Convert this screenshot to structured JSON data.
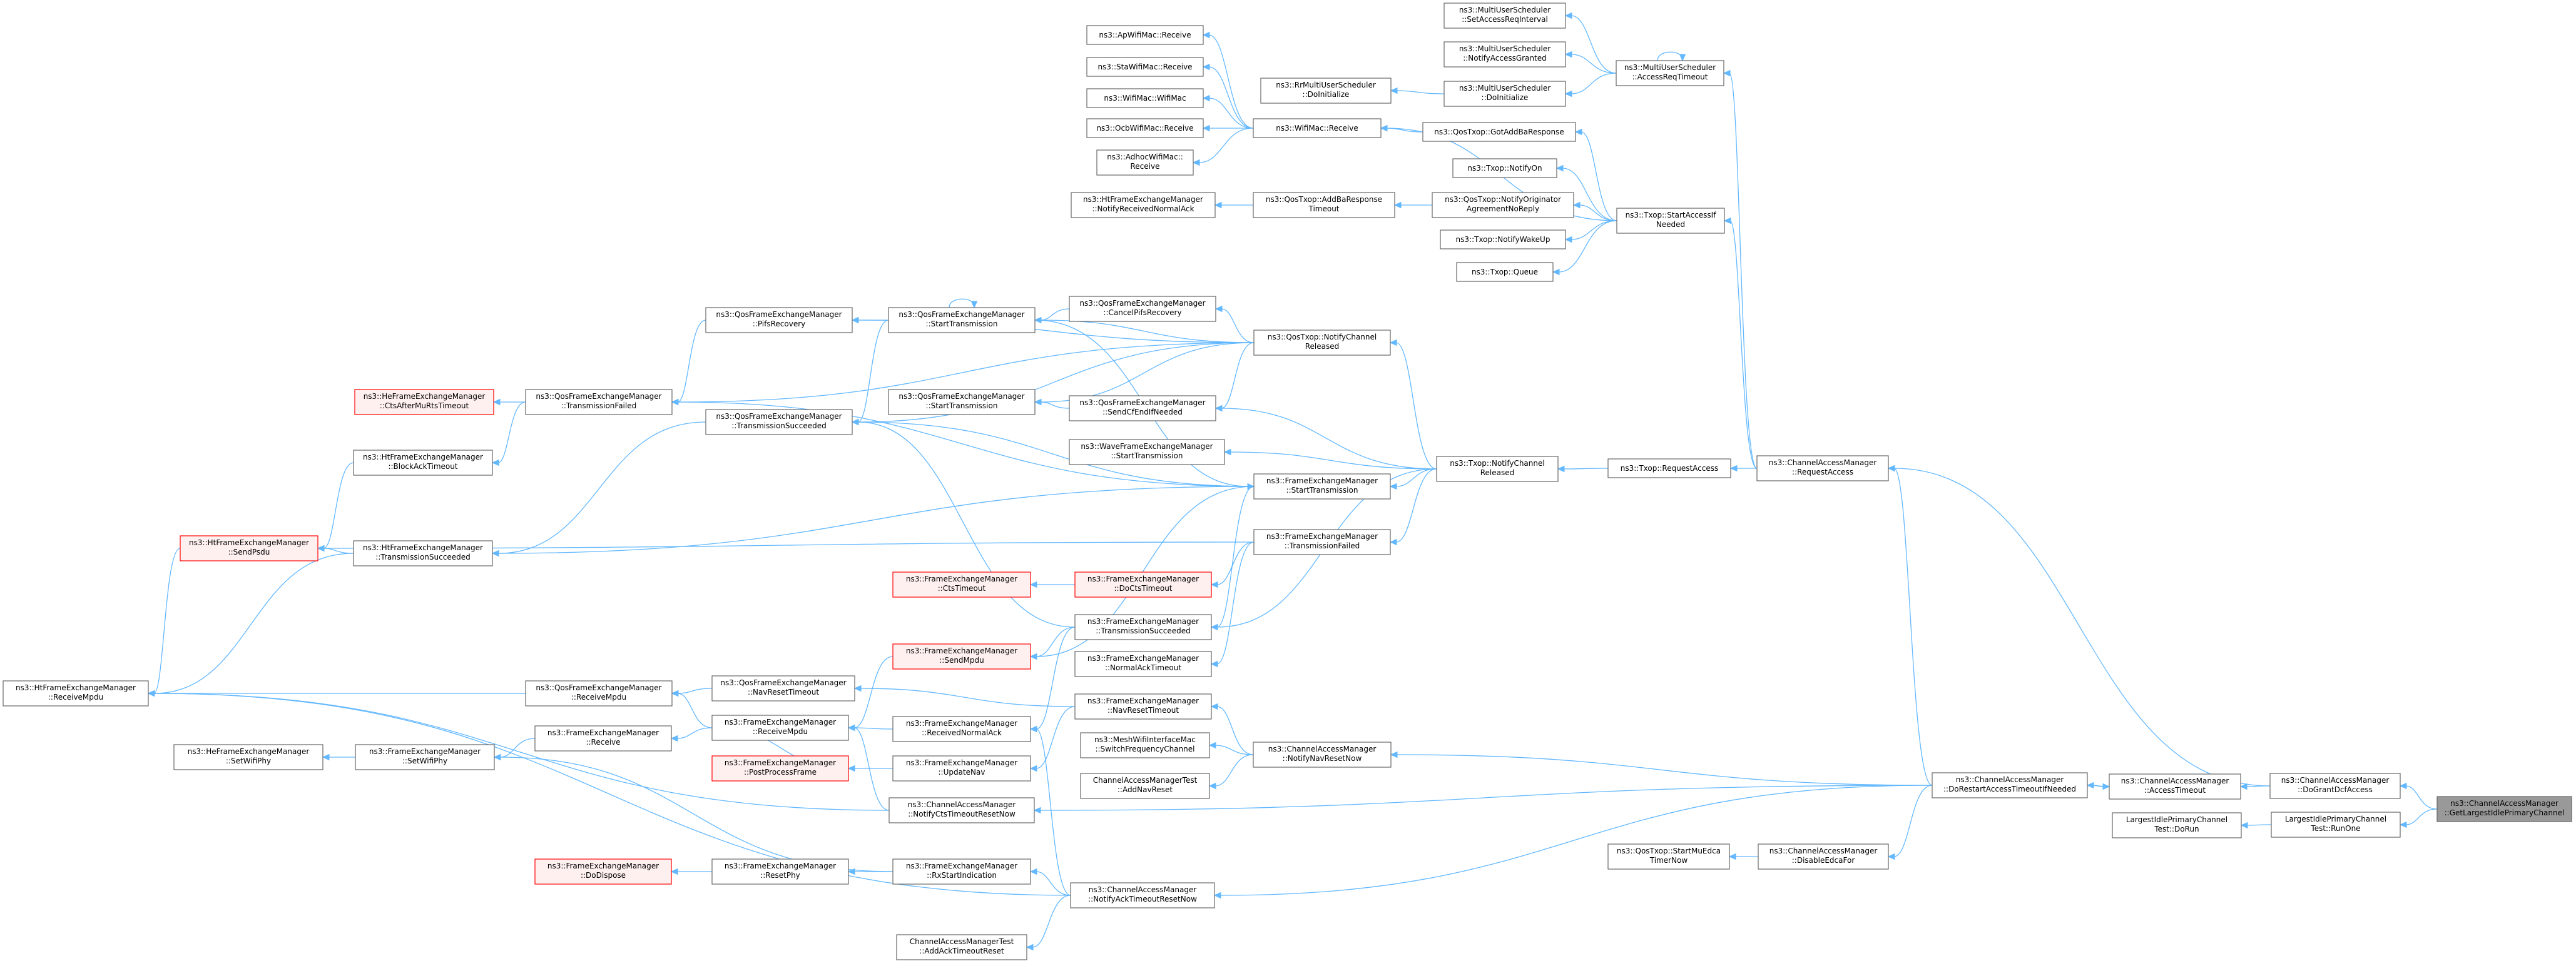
{
  "diagram": {
    "colors": {
      "edge": "#63b8ff",
      "node_border": "#666666",
      "red_border": "#ff0000",
      "red_fill": "#fff0f0",
      "focus_fill": "#999999"
    },
    "nodes": [
      {
        "id": "getlargest",
        "lines": [
          "ns3::ChannelAccessManager",
          "::GetLargestIdlePrimaryChannel"
        ],
        "style": "focus"
      },
      {
        "id": "dogrant",
        "lines": [
          "ns3::ChannelAccessManager",
          "::DoGrantDcfAccess"
        ]
      },
      {
        "id": "runone",
        "lines": [
          "LargestIdlePrimaryChannel",
          "Test::RunOne"
        ]
      },
      {
        "id": "dorun",
        "lines": [
          "LargestIdlePrimaryChannel",
          "Test::DoRun"
        ]
      },
      {
        "id": "accesstimeout",
        "lines": [
          "ns3::ChannelAccessManager",
          "::AccessTimeout"
        ]
      },
      {
        "id": "dorestart",
        "lines": [
          "ns3::ChannelAccessManager",
          "::DoRestartAccessTimeoutIfNeeded"
        ]
      },
      {
        "id": "requestaccess",
        "lines": [
          "ns3::ChannelAccessManager",
          "::RequestAccess"
        ]
      },
      {
        "id": "disableedca",
        "lines": [
          "ns3::ChannelAccessManager",
          "::DisableEdcaFor"
        ]
      },
      {
        "id": "startmuedca",
        "lines": [
          "ns3::QosTxop::StartMuEdca",
          "TimerNow"
        ]
      },
      {
        "id": "muaccessreq",
        "lines": [
          "ns3::MultiUserScheduler",
          "::AccessReqTimeout"
        ]
      },
      {
        "id": "setaccessreq",
        "lines": [
          "ns3::MultiUserScheduler",
          "::SetAccessReqInterval"
        ]
      },
      {
        "id": "notifyaccessgranted",
        "lines": [
          "ns3::MultiUserScheduler",
          "::NotifyAccessGranted"
        ]
      },
      {
        "id": "muinit",
        "lines": [
          "ns3::MultiUserScheduler",
          "::DoInitialize"
        ]
      },
      {
        "id": "rrinit",
        "lines": [
          "ns3::RrMultiUserScheduler",
          "::DoInitialize"
        ]
      },
      {
        "id": "txopstart",
        "lines": [
          "ns3::Txop::StartAccessIf",
          "Needed"
        ]
      },
      {
        "id": "txopreq",
        "lines": [
          "ns3::Txop::RequestAccess"
        ]
      },
      {
        "id": "txopnotifych",
        "lines": [
          "ns3::Txop::NotifyChannel",
          "Released"
        ]
      },
      {
        "id": "qosgotaddba",
        "lines": [
          "ns3::QosTxop::GotAddBaResponse"
        ]
      },
      {
        "id": "notifyon",
        "lines": [
          "ns3::Txop::NotifyOn"
        ]
      },
      {
        "id": "qosnotifyorig",
        "lines": [
          "ns3::QosTxop::NotifyOriginator",
          "AgreementNoReply"
        ]
      },
      {
        "id": "notifywakeup",
        "lines": [
          "ns3::Txop::NotifyWakeUp"
        ]
      },
      {
        "id": "txopqueue",
        "lines": [
          "ns3::Txop::Queue"
        ]
      },
      {
        "id": "wifimacrecv",
        "lines": [
          "ns3::WifiMac::Receive"
        ]
      },
      {
        "id": "apwifirecv",
        "lines": [
          "ns3::ApWifiMac::Receive"
        ]
      },
      {
        "id": "stawifirecv",
        "lines": [
          "ns3::StaWifiMac::Receive"
        ]
      },
      {
        "id": "wifimacctor",
        "lines": [
          "ns3::WifiMac::WifiMac"
        ]
      },
      {
        "id": "ocbrecv",
        "lines": [
          "ns3::OcbWifiMac::Receive"
        ]
      },
      {
        "id": "adhocrecv",
        "lines": [
          "ns3::AdhocWifiMac::",
          "Receive"
        ]
      },
      {
        "id": "qosaddbato",
        "lines": [
          "ns3::QosTxop::AddBaResponse",
          "Timeout"
        ]
      },
      {
        "id": "htnotifyrecvnormal",
        "lines": [
          "ns3::HtFrameExchangeManager",
          "::NotifyReceivedNormalAck"
        ]
      },
      {
        "id": "qostxopnotifych",
        "lines": [
          "ns3::QosTxop::NotifyChannel",
          "Released"
        ]
      },
      {
        "id": "qoscancelpifs",
        "lines": [
          "ns3::QosFrameExchangeManager",
          "::CancelPifsRecovery"
        ]
      },
      {
        "id": "qosstarttx",
        "lines": [
          "ns3::QosFrameExchangeManager",
          "::StartTransmission"
        ]
      },
      {
        "id": "qosstarttx2",
        "lines": [
          "ns3::QosFrameExchangeManager",
          "::StartTransmission"
        ]
      },
      {
        "id": "qossendcfend",
        "lines": [
          "ns3::QosFrameExchangeManager",
          "::SendCfEndIfNeeded"
        ]
      },
      {
        "id": "qospifs",
        "lines": [
          "ns3::QosFrameExchangeManager",
          "::PifsRecovery"
        ]
      },
      {
        "id": "qostxsucc",
        "lines": [
          "ns3::QosFrameExchangeManager",
          "::TransmissionSucceeded"
        ]
      },
      {
        "id": "qostxfail",
        "lines": [
          "ns3::QosFrameExchangeManager",
          "::TransmissionFailed"
        ]
      },
      {
        "id": "hectsafter",
        "lines": [
          "ns3::HeFrameExchangeManager",
          "::CtsAfterMuRtsTimeout"
        ],
        "style": "red"
      },
      {
        "id": "wavestarttx",
        "lines": [
          "ns3::WaveFrameExchangeManager",
          "::StartTransmission"
        ]
      },
      {
        "id": "festarttx",
        "lines": [
          "ns3::FrameExchangeManager",
          "::StartTransmission"
        ]
      },
      {
        "id": "fetxfail",
        "lines": [
          "ns3::FrameExchangeManager",
          "::TransmissionFailed"
        ]
      },
      {
        "id": "htblockack",
        "lines": [
          "ns3::HtFrameExchangeManager",
          "::BlockAckTimeout"
        ]
      },
      {
        "id": "htsendpsdu",
        "lines": [
          "ns3::HtFrameExchangeManager",
          "::SendPsdu"
        ],
        "style": "red"
      },
      {
        "id": "httxsucc",
        "lines": [
          "ns3::HtFrameExchangeManager",
          "::TransmissionSucceeded"
        ]
      },
      {
        "id": "fectstimeout",
        "lines": [
          "ns3::FrameExchangeManager",
          "::CtsTimeout"
        ],
        "style": "red"
      },
      {
        "id": "fedocts",
        "lines": [
          "ns3::FrameExchangeManager",
          "::DoCtsTimeout"
        ],
        "style": "red"
      },
      {
        "id": "fetxsucc",
        "lines": [
          "ns3::FrameExchangeManager",
          "::TransmissionSucceeded"
        ]
      },
      {
        "id": "fesendmpdu",
        "lines": [
          "ns3::FrameExchangeManager",
          "::SendMpdu"
        ],
        "style": "red"
      },
      {
        "id": "fenormalack",
        "lines": [
          "ns3::FrameExchangeManager",
          "::NormalAckTimeout"
        ]
      },
      {
        "id": "htreceivempdu",
        "lines": [
          "ns3::HtFrameExchangeManager",
          "::ReceiveMpdu"
        ]
      },
      {
        "id": "qosreceivempdu",
        "lines": [
          "ns3::QosFrameExchangeManager",
          "::ReceiveMpdu"
        ]
      },
      {
        "id": "qosnavreset",
        "lines": [
          "ns3::QosFrameExchangeManager",
          "::NavResetTimeout"
        ]
      },
      {
        "id": "fenavreset",
        "lines": [
          "ns3::FrameExchangeManager",
          "::NavResetTimeout"
        ]
      },
      {
        "id": "fereceivempdu",
        "lines": [
          "ns3::FrameExchangeManager",
          "::ReceiveMpdu"
        ]
      },
      {
        "id": "ferecvnormal",
        "lines": [
          "ns3::FrameExchangeManager",
          "::ReceivedNormalAck"
        ]
      },
      {
        "id": "fereceive",
        "lines": [
          "ns3::FrameExchangeManager",
          "::Receive"
        ]
      },
      {
        "id": "hesetwifiphy",
        "lines": [
          "ns3::HeFrameExchangeManager",
          "::SetWifiPhy"
        ]
      },
      {
        "id": "fesetwifiphy",
        "lines": [
          "ns3::FrameExchangeManager",
          "::SetWifiPhy"
        ]
      },
      {
        "id": "fepostprocess",
        "lines": [
          "ns3::FrameExchangeManager",
          "::PostProcessFrame"
        ],
        "style": "red"
      },
      {
        "id": "feupdatenav",
        "lines": [
          "ns3::FrameExchangeManager",
          "::UpdateNav"
        ]
      },
      {
        "id": "meshswitch",
        "lines": [
          "ns3::MeshWifiInterfaceMac",
          "::SwitchFrequencyChannel"
        ]
      },
      {
        "id": "camnotifynav",
        "lines": [
          "ns3::ChannelAccessManager",
          "::NotifyNavResetNow"
        ]
      },
      {
        "id": "camtestaddnav",
        "lines": [
          "ChannelAccessManagerTest",
          "::AddNavReset"
        ]
      },
      {
        "id": "camnotifycts",
        "lines": [
          "ns3::ChannelAccessManager",
          "::NotifyCtsTimeoutResetNow"
        ]
      },
      {
        "id": "fedodispose",
        "lines": [
          "ns3::FrameExchangeManager",
          "::DoDispose"
        ],
        "style": "red"
      },
      {
        "id": "feresetphy",
        "lines": [
          "ns3::FrameExchangeManager",
          "::ResetPhy"
        ]
      },
      {
        "id": "ferxstart",
        "lines": [
          "ns3::FrameExchangeManager",
          "::RxStartIndication"
        ]
      },
      {
        "id": "camnotifyack",
        "lines": [
          "ns3::ChannelAccessManager",
          "::NotifyAckTimeoutResetNow"
        ]
      },
      {
        "id": "camtestaddack",
        "lines": [
          "ChannelAccessManagerTest",
          "::AddAckTimeoutReset"
        ]
      }
    ]
  }
}
